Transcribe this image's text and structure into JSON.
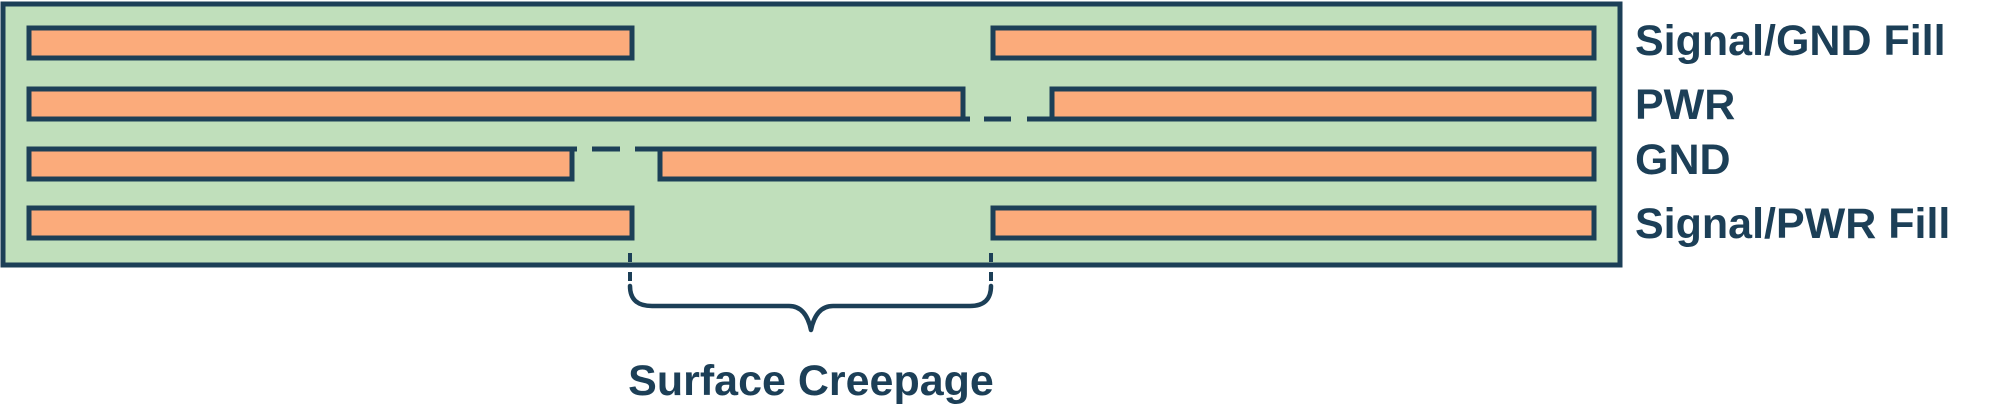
{
  "labels": {
    "layer_1": "Signal/GND Fill",
    "layer_2": "PWR",
    "layer_3": "GND",
    "layer_4": "Signal/PWR Fill",
    "dimension": "Surface Creepage"
  },
  "colors": {
    "board_fill": "#c0dfbb",
    "copper_fill": "#fbab7b",
    "outline": "#1c3f57",
    "text": "#1c3f57"
  }
}
